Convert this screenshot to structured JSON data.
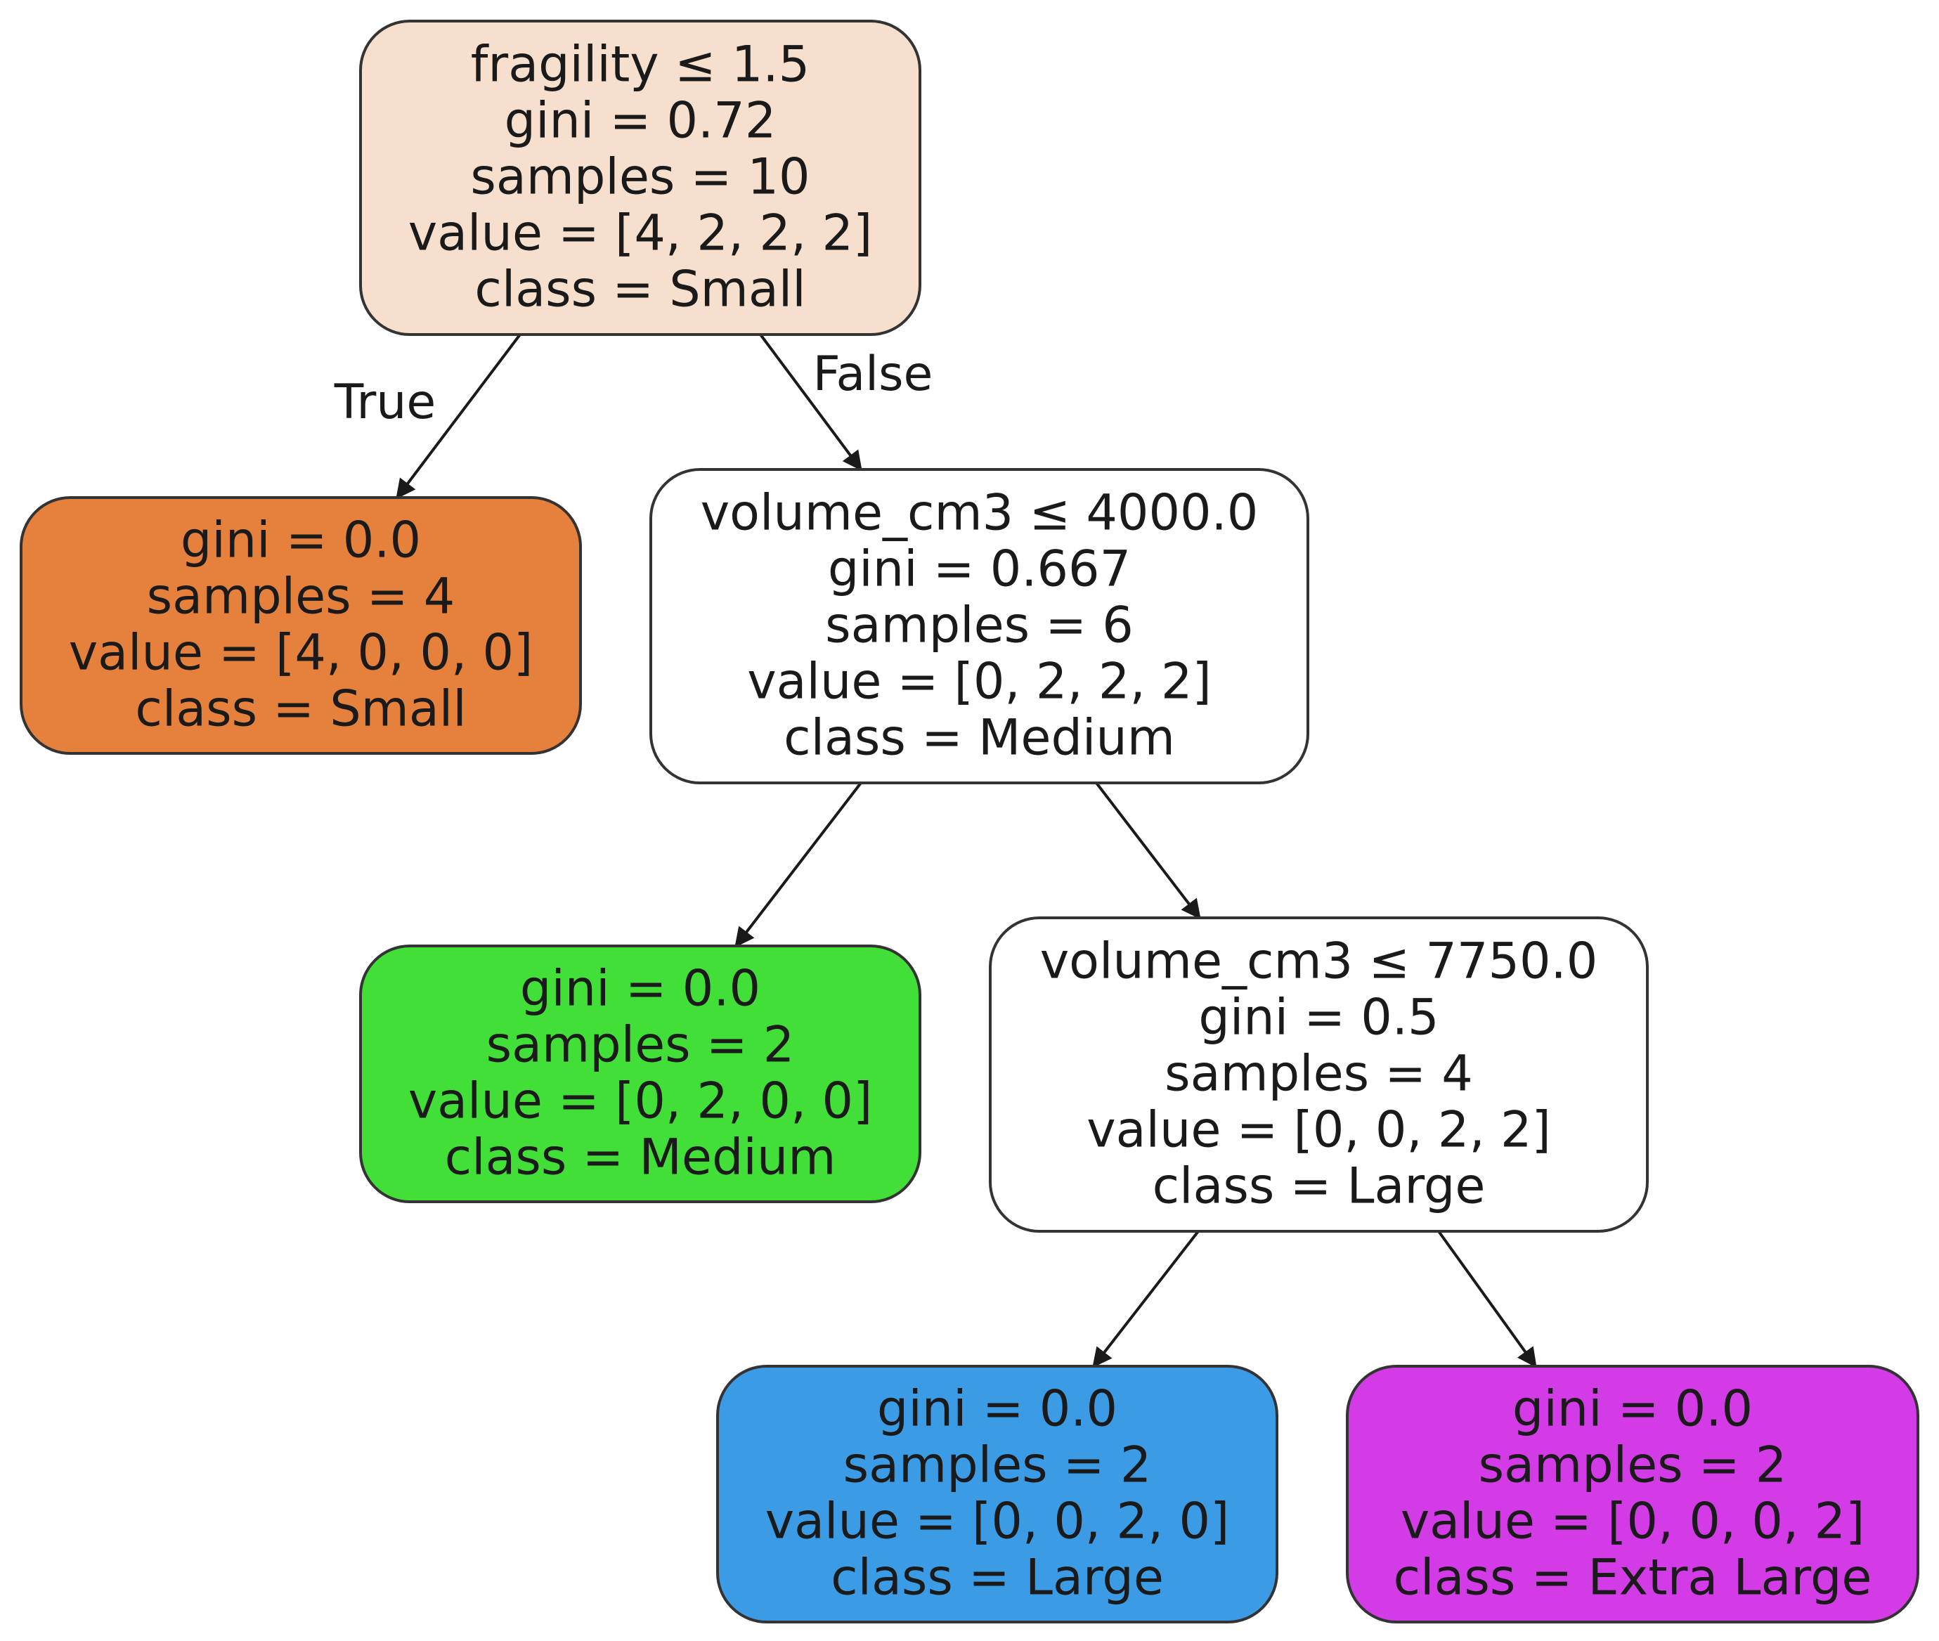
{
  "colors": {
    "root": "#f7dfcd",
    "small": "#e5813d",
    "medium": "#43df39",
    "large": "#3b9ce5",
    "extra_large": "#d23be6",
    "white": "#ffffff"
  },
  "nodes": [
    {
      "id": "n0",
      "fill": "#f7dfcd",
      "lines": [
        "fragility ≤ 1.5",
        "gini = 0.72",
        "samples = 10",
        "value = [4, 2, 2, 2]",
        "class = Small"
      ]
    },
    {
      "id": "n1",
      "fill": "#e5813d",
      "lines": [
        "gini = 0.0",
        "samples = 4",
        "value = [4, 0, 0, 0]",
        "class = Small"
      ]
    },
    {
      "id": "n2",
      "fill": "#ffffff",
      "lines": [
        "volume_cm3 ≤ 4000.0",
        "gini = 0.667",
        "samples = 6",
        "value = [0, 2, 2, 2]",
        "class = Medium"
      ]
    },
    {
      "id": "n3",
      "fill": "#43df39",
      "lines": [
        "gini = 0.0",
        "samples = 2",
        "value = [0, 2, 0, 0]",
        "class = Medium"
      ]
    },
    {
      "id": "n4",
      "fill": "#ffffff",
      "lines": [
        "volume_cm3 ≤ 7750.0",
        "gini = 0.5",
        "samples = 4",
        "value = [0, 0, 2, 2]",
        "class = Large"
      ]
    },
    {
      "id": "n5",
      "fill": "#3b9ce5",
      "lines": [
        "gini = 0.0",
        "samples = 2",
        "value = [0, 0, 2, 0]",
        "class = Large"
      ]
    },
    {
      "id": "n6",
      "fill": "#d23be6",
      "lines": [
        "gini = 0.0",
        "samples = 2",
        "value = [0, 0, 0, 2]",
        "class = Extra Large"
      ]
    }
  ],
  "edges": [
    {
      "from": "n0",
      "to": "n1",
      "label": "True"
    },
    {
      "from": "n0",
      "to": "n2",
      "label": "False"
    },
    {
      "from": "n2",
      "to": "n3",
      "label": ""
    },
    {
      "from": "n2",
      "to": "n4",
      "label": ""
    },
    {
      "from": "n4",
      "to": "n5",
      "label": ""
    },
    {
      "from": "n4",
      "to": "n6",
      "label": ""
    }
  ]
}
